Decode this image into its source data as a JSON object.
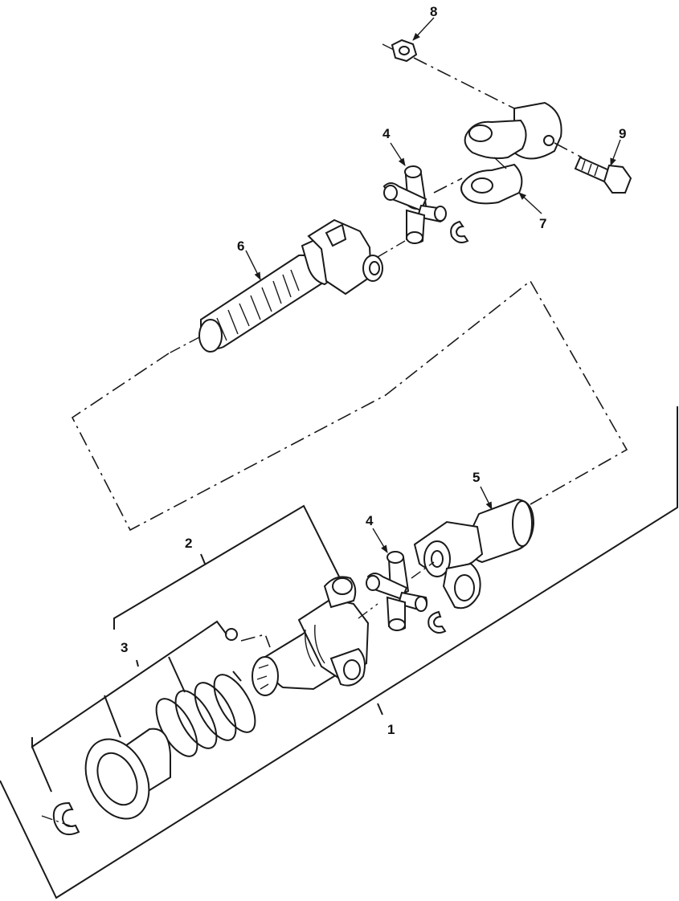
{
  "callouts": {
    "c1": "1",
    "c2": "2",
    "c3": "3",
    "c4a": "4",
    "c4b": "4",
    "c5": "5",
    "c6": "6",
    "c7": "7",
    "c8": "8",
    "c9": "9"
  },
  "colors": {
    "ink": "#1a1a1a",
    "paper": "#ffffff"
  }
}
